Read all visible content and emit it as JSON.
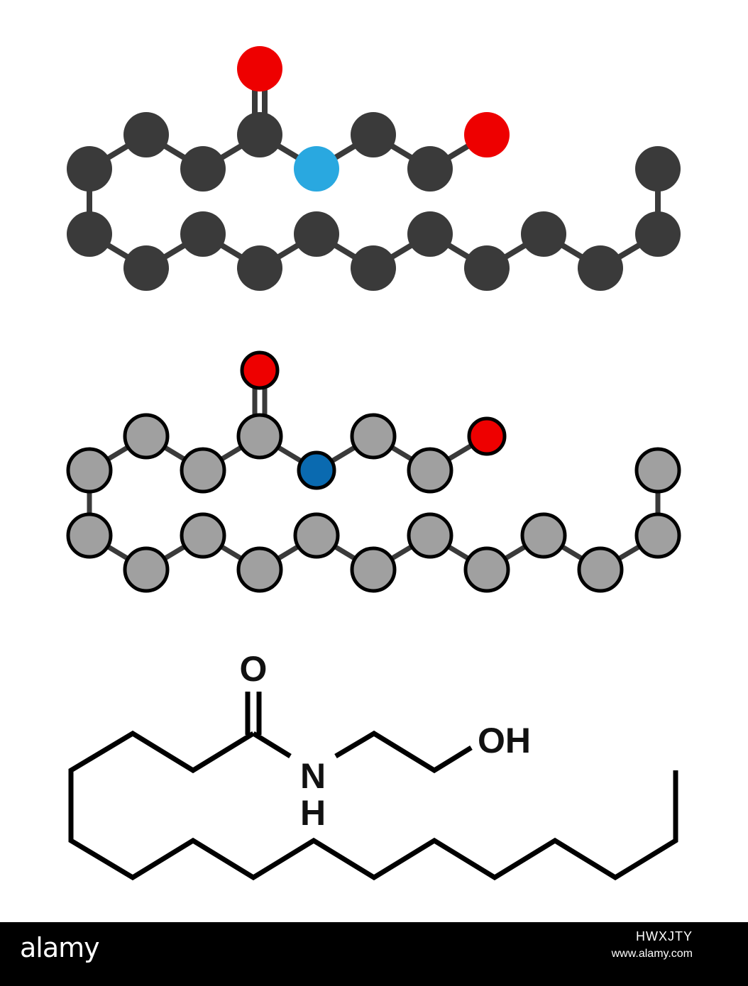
{
  "molecule": {
    "atoms": [
      {
        "id": "C1",
        "el": "C"
      },
      {
        "id": "C2",
        "el": "C"
      },
      {
        "id": "C3",
        "el": "C"
      },
      {
        "id": "C4",
        "el": "C"
      },
      {
        "id": "C5",
        "el": "C"
      },
      {
        "id": "C6",
        "el": "C"
      },
      {
        "id": "C7",
        "el": "C"
      },
      {
        "id": "C8",
        "el": "C"
      },
      {
        "id": "C9",
        "el": "C"
      },
      {
        "id": "C10",
        "el": "C"
      },
      {
        "id": "C11",
        "el": "C"
      },
      {
        "id": "C12",
        "el": "C"
      },
      {
        "id": "C13",
        "el": "C"
      },
      {
        "id": "C14",
        "el": "C"
      },
      {
        "id": "C15",
        "el": "C"
      },
      {
        "id": "C16",
        "el": "C"
      },
      {
        "id": "O1",
        "el": "O"
      },
      {
        "id": "N1",
        "el": "N"
      },
      {
        "id": "C17",
        "el": "C"
      },
      {
        "id": "C18",
        "el": "C"
      },
      {
        "id": "O2",
        "el": "O"
      }
    ],
    "bonds": [
      [
        "C1",
        "C2",
        1
      ],
      [
        "C2",
        "C3",
        1
      ],
      [
        "C3",
        "C4",
        1
      ],
      [
        "C4",
        "C5",
        1
      ],
      [
        "C5",
        "C6",
        1
      ],
      [
        "C6",
        "C7",
        1
      ],
      [
        "C7",
        "C8",
        1
      ],
      [
        "C8",
        "C9",
        1
      ],
      [
        "C9",
        "C10",
        1
      ],
      [
        "C10",
        "C11",
        1
      ],
      [
        "C11",
        "C12",
        1
      ],
      [
        "C12",
        "C13",
        1
      ],
      [
        "C13",
        "C14",
        1
      ],
      [
        "C14",
        "C15",
        1
      ],
      [
        "C15",
        "C16",
        1
      ],
      [
        "C16",
        "O1",
        2
      ],
      [
        "C16",
        "N1",
        1
      ],
      [
        "N1",
        "C17",
        1
      ],
      [
        "C17",
        "C18",
        1
      ],
      [
        "C18",
        "O2",
        1
      ]
    ]
  },
  "colors": {
    "ball_carbon": "#3a3a3a",
    "ball_oxygen": "#ee0000",
    "ball_nitrogen": "#29a8e0",
    "stick_carbon": "#a0a0a0",
    "stick_oxygen": "#ee0000",
    "stick_nitrogen": "#0a6ab0",
    "bond": "#3a3a3a",
    "outline": "#000000"
  },
  "skeletal_labels": {
    "carbonyl_oxygen": "O",
    "amide_n": "N",
    "amide_h": "H",
    "hydroxyl": "OH"
  },
  "footer": {
    "brand": "alamy",
    "image_id": "HWXJTY",
    "site": "www.alamy.com"
  }
}
